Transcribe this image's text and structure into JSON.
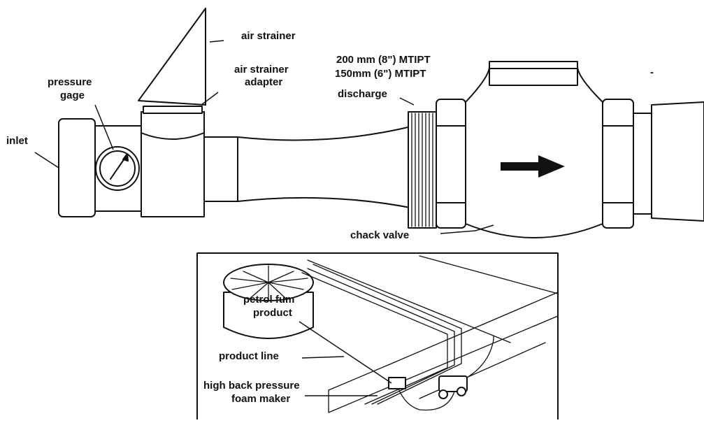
{
  "labels": {
    "air_strainer": "air strainer",
    "air_strainer_adapter_line1": "air strainer",
    "air_strainer_adapter_line2": "adapter",
    "pressure_gage_line1": "pressure",
    "pressure_gage_line2": "gage",
    "inlet": "inlet",
    "mtipt_8in": "200 mm (8\") MTIPT",
    "mtipt_6in": "150mm (6\") MTIPT",
    "discharge": "discharge",
    "check_valve": "chack valve",
    "petrol_line1": "petrol fum",
    "petrol_line2": "product",
    "product_line": "product line",
    "foam_maker_line1": "high back pressure",
    "foam_maker_line2": "foam maker",
    "dash_mark": "-"
  },
  "colors": {
    "ink": "#111111",
    "paper": "#ffffff"
  },
  "icons": {
    "flow_arrow": "arrow-right-icon",
    "gauge": "pressure-gauge-icon"
  }
}
